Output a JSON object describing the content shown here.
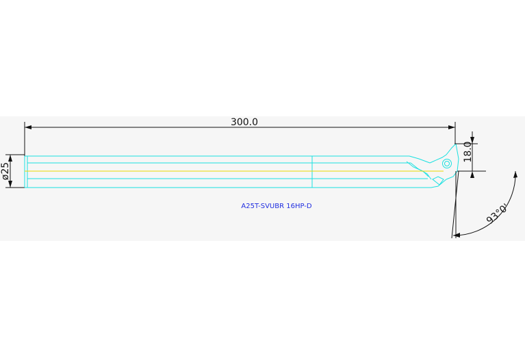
{
  "drawing": {
    "length_dim": "300.0",
    "diameter_dim": "ø25",
    "offset_dim": "18.0",
    "angle_dim": "93°0'",
    "part_number": "A25T-SVUBR 16HP-D"
  },
  "colors": {
    "outline": "#19e0e0",
    "centerline": "#e8d800",
    "dimension": "#111111",
    "part_label": "#1f2de0",
    "band": "#f6f6f6"
  }
}
